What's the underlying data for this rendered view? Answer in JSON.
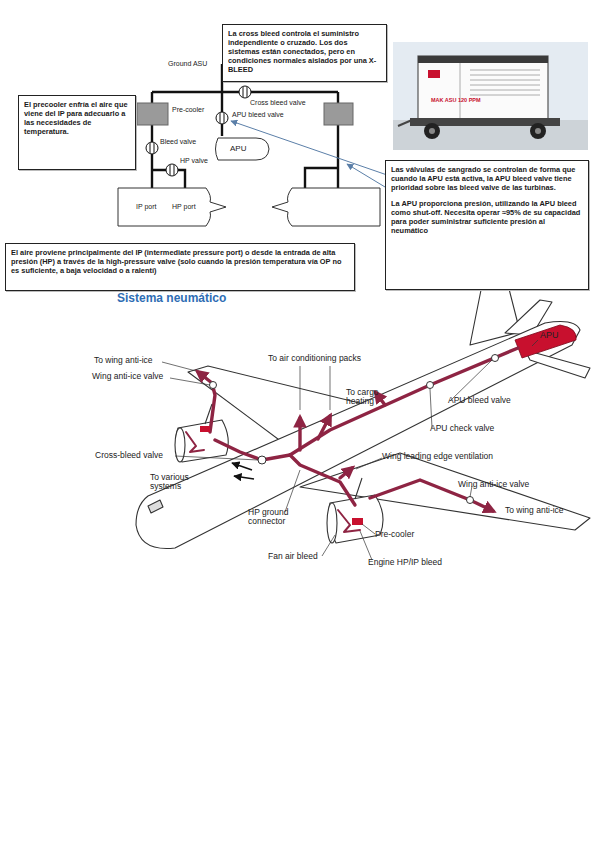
{
  "diagram": {
    "nodes": [
      {
        "text": [
          "La cross bleed controla el suministro independiente o cruzado. Los dos sistemas están conectados, pero en condiciones normales aislados por una X-BLEED"
        ]
      },
      {
        "text": [
          "El precooler enfría el aire que viene del IP para adecuarlo a las necesidades de temperatura."
        ]
      },
      {
        "text": [
          "APU"
        ]
      },
      {
        "text": [
          "Las válvulas de sangrado se controlan de forma que cuando la APU está activa, la APU bleed valve tiene prioridad sobre las bleed valve de las turbinas.",
          "La APU proporciona presión, utilizando la APU bleed como shut-off. Necesita operar ≈95% de su capacidad para poder suministrar suficiente presión al neumático"
        ]
      },
      {
        "text": [
          "IP port",
          "HP port"
        ]
      },
      {
        "text": [
          "El aire proviene principalmente del IP (intermediate pressure port) o desde la entrada de alta presión (HP) a través de la high-pressure valve (solo cuando la presión temperatura vía OP no es suficiente, a baja velocidad o a ralentí)"
        ]
      }
    ],
    "labels": [
      "Ground ASU",
      "Cross bleed valve",
      "MAK ASU 120 PPM",
      "Pre-cooler",
      "APU bleed valve",
      "Bleed valve",
      "HP valve",
      "Sistema neumático",
      "To wing anti-ice",
      "To air conditioning packs",
      "APU",
      "Wing anti-ice valve",
      "To cargo heating",
      "APU bleed valve",
      "APU check valve",
      "Cross-bleed valve",
      "Wing leading edge ventilation",
      "To various systems",
      "Wing anti-ice valve",
      "To wing anti-ice",
      "HP ground connector",
      "Pre-cooler",
      "Fan air bleed",
      "Engine HP/IP bleed"
    ]
  }
}
